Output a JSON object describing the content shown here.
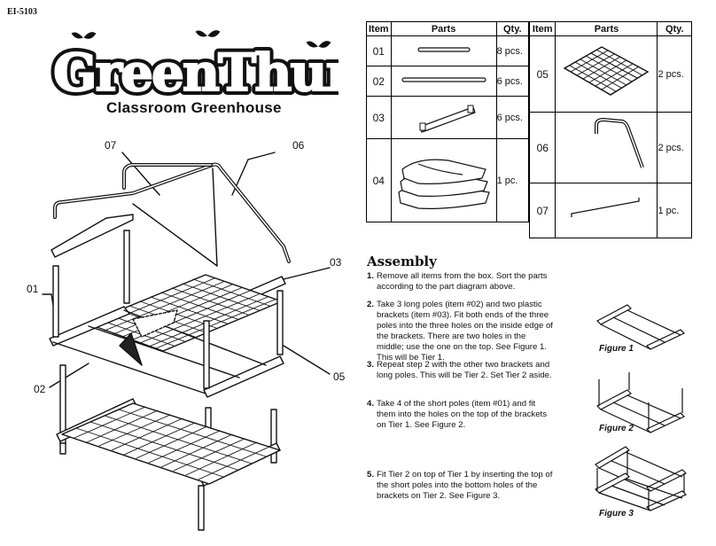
{
  "header": {
    "product_code": "EI-5103",
    "brand": "GreenThumb",
    "subtitle": "Classroom Greenhouse"
  },
  "diagram": {
    "callouts": [
      "07",
      "06",
      "03",
      "01",
      "02",
      "05"
    ]
  },
  "parts_table": {
    "headers": {
      "item": "Item",
      "parts": "Parts",
      "qty": "Qty."
    },
    "left": [
      {
        "item": "01",
        "qty": "8 pcs."
      },
      {
        "item": "02",
        "qty": "6 pcs."
      },
      {
        "item": "03",
        "qty": "6 pcs."
      },
      {
        "item": "04",
        "qty": "1 pc."
      }
    ],
    "right": [
      {
        "item": "05",
        "qty": "2 pcs."
      },
      {
        "item": "06",
        "qty": "2 pcs."
      },
      {
        "item": "07",
        "qty": "1 pc."
      }
    ]
  },
  "assembly": {
    "title": "Assembly",
    "steps": [
      {
        "num": "1.",
        "text": "Remove all items from the box. Sort the parts according to the part diagram above."
      },
      {
        "num": "2.",
        "text": "Take 3 long poles (item #02) and two plastic brackets (item #03). Fit both ends of the three poles into the three holes on the inside edge of the brackets. There are two holes in the middle; use the one on the top. See Figure 1. This will be Tier 1."
      },
      {
        "num": "3.",
        "text": "Repeat step 2 with the other two brackets and long poles. This will be Tier 2. Set Tier 2 aside."
      },
      {
        "num": "4.",
        "text": "Take 4 of the short poles (item #01) and fit them into the holes on the top of the brackets on Tier 1. See Figure 2."
      },
      {
        "num": "5.",
        "text": "Fit Tier 2 on top of Tier 1 by inserting the top of the short poles into the bottom holes of the brackets on Tier 2. See Figure 3."
      }
    ]
  },
  "figures": [
    "Figure 1",
    "Figure 2",
    "Figure 3"
  ]
}
